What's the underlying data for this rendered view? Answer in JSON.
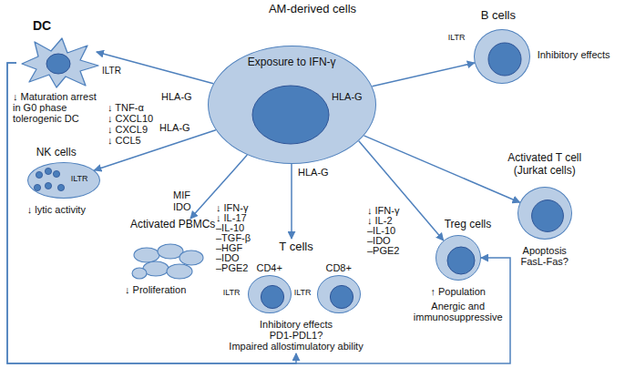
{
  "diagram": {
    "title": "AM-derived cells",
    "nodes": [
      {
        "text": [
          "Exposure to IFN-γ"
        ]
      },
      {
        "text": [
          "DC",
          "ILTR"
        ]
      },
      {
        "text": [
          "NK cells",
          "ILTR",
          "↓ lytic activity"
        ]
      },
      {
        "text": [
          "Activated PBMCs",
          "↓ Proliferation"
        ]
      },
      {
        "text": [
          "T cells",
          "Inhibitory effects",
          "PD1-PDL1?",
          "Impaired allostimulatory ability"
        ]
      },
      {
        "text": [
          "CD4+",
          "ILTR"
        ],
        "in": 4
      },
      {
        "text": [
          "CD8+",
          "ILTR"
        ],
        "in": 4
      },
      {
        "text": [
          "Treg cells",
          "↑ Population",
          "Anergic and immunosuppressive"
        ]
      },
      {
        "text": [
          "Activated T cell (Jurkat cells)",
          "Apoptosis FasL-Fas?"
        ]
      },
      {
        "text": [
          "B cells",
          "ILTR",
          "Inhibitory effects"
        ]
      }
    ],
    "edges": [
      {
        "from": 0,
        "to": 1,
        "arrow": "to"
      },
      {
        "from": 0,
        "to": 9,
        "arrow": "to"
      },
      {
        "from": 0,
        "to": 2,
        "arrow": "to"
      },
      {
        "from": 0,
        "to": 3,
        "arrow": "to"
      },
      {
        "from": 0,
        "to": 4,
        "arrow": "to"
      },
      {
        "from": 0,
        "to": 7,
        "arrow": "to"
      },
      {
        "from": 0,
        "to": 8,
        "arrow": "to"
      },
      {
        "from": 1,
        "to": 4,
        "arrow": "to"
      },
      {
        "from": 1,
        "to": 7,
        "arrow": "to"
      }
    ],
    "labels": [
      "HLA-G",
      "HLA-G",
      "HLA-G",
      "HLA-G",
      "↓ Maturation arrest in G0 phase tolerogenic DC",
      "↓ TNF-α",
      "↓ CXCL10",
      "↓ CXCL9",
      "↓ CCL5",
      "MIF",
      "IDO",
      "↓ IFN-γ",
      "↓ IL-17",
      "–IL-10",
      "–TGF-β",
      "–HGF",
      "–IDO",
      "–PGE2",
      "↓ IFN-γ",
      "↓ IL-2",
      "–IL-10",
      "–IDO",
      "–PGE2"
    ]
  }
}
